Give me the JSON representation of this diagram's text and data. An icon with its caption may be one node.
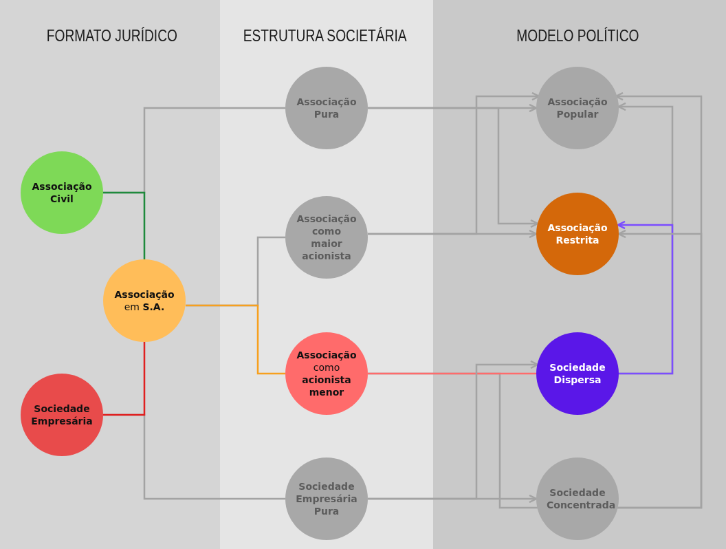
{
  "diagram": {
    "nodes": [
      {
        "text": [
          "Associação Civil"
        ]
      },
      {
        "text": [
          "Sociedade Empresária"
        ]
      },
      {
        "text": [
          "**Associação** em **S.A.**"
        ]
      },
      {
        "text": [
          "Associação Pura"
        ]
      },
      {
        "text": [
          "Associação como maior acionista"
        ]
      },
      {
        "text": [
          "**Associação** como **acionista menor**"
        ]
      },
      {
        "text": [
          "Sociedade Empresária Pura"
        ]
      },
      {
        "text": [
          "Associação Popular"
        ]
      },
      {
        "text": [
          "Associação Restrita"
        ]
      },
      {
        "text": [
          "Sociedade Dispersa"
        ]
      },
      {
        "text": [
          "Sociedade Concentrada"
        ]
      }
    ],
    "edges": [
      {
        "from": 0,
        "to": 3,
        "arrow": "none"
      },
      {
        "from": 1,
        "to": 6,
        "arrow": "none"
      },
      {
        "from": 2,
        "to": 4,
        "arrow": "none"
      },
      {
        "from": 0,
        "to": 2,
        "arrow": "none",
        "color": "#1e8a3c"
      },
      {
        "from": 1,
        "to": 2,
        "arrow": "none",
        "color": "#e02020"
      },
      {
        "from": 2,
        "to": 5,
        "arrow": "none",
        "color": "#f7a01e"
      },
      {
        "from": 3,
        "to": 7,
        "arrow": "to"
      },
      {
        "from": 3,
        "to": 8,
        "arrow": "to"
      },
      {
        "from": 4,
        "to": 7,
        "arrow": "to"
      },
      {
        "from": 4,
        "to": 8,
        "arrow": "to"
      },
      {
        "from": 5,
        "to": 10,
        "arrow": "none"
      },
      {
        "from": 5,
        "to": 9,
        "arrow": "none",
        "color": "#ff6b6b"
      },
      {
        "from": 6,
        "to": 10,
        "arrow": "to"
      },
      {
        "from": 6,
        "to": 9,
        "arrow": "to"
      },
      {
        "from": 9,
        "to": 7,
        "arrow": "to"
      },
      {
        "from": 9,
        "to": 8,
        "arrow": "to",
        "color": "#7b4dff"
      },
      {
        "from": 10,
        "to": 7,
        "arrow": "to"
      },
      {
        "from": 10,
        "to": 8,
        "arrow": "to"
      }
    ],
    "labels": [
      "FORMATO JURÍDICO",
      "ESTRUTURA SOCIETÁRIA",
      "MODELO POLÍTICO"
    ]
  }
}
